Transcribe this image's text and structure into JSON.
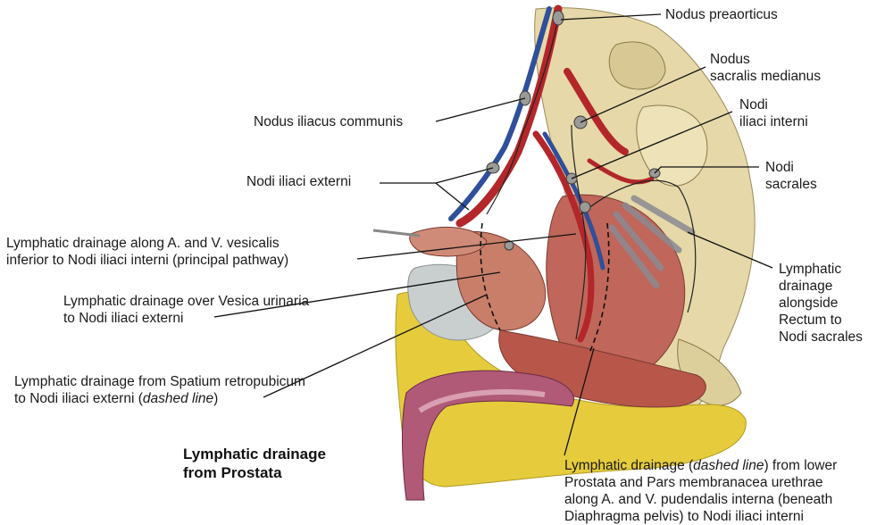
{
  "caption": {
    "line1": "Lymphatic drainage",
    "line2": "from Prostata"
  },
  "labels": {
    "nodus_preaorticus": "Nodus preaorticus",
    "nodus_sacralis_medianus_1": "Nodus",
    "nodus_sacralis_medianus_2": "sacralis medianus",
    "nodi_iliaci_interni_1": "Nodi",
    "nodi_iliaci_interni_2": "iliaci interni",
    "nodus_iliacus_communis": "Nodus iliacus communis",
    "nodi_iliaci_externi": "Nodi iliaci externi",
    "nodi_sacrales_1": "Nodi",
    "nodi_sacrales_2": "sacrales",
    "vesicalis_1": "Lymphatic drainage along A. and V. vesicalis",
    "vesicalis_2": "inferior to Nodi iliaci interni (principal pathway)",
    "rectum_1": "Lymphatic",
    "rectum_2": "drainage",
    "rectum_3": "alongside",
    "rectum_4": "Rectum to",
    "rectum_5": "Nodi sacrales",
    "vesica_1": "Lymphatic drainage over Vesica urinaria",
    "vesica_2": "to Nodi iliaci externi",
    "retropubicum_1": "Lymphatic drainage from Spatium retropubicum",
    "retropubicum_2a": "to Nodi iliaci externi (",
    "retropubicum_2b": "dashed line",
    "retropubicum_2c": ")",
    "pudendalis_1a": "Lymphatic drainage (",
    "pudendalis_1b": "dashed line",
    "pudendalis_1c": ") from lower",
    "pudendalis_2": "Prostata and Pars membranacea urethrae",
    "pudendalis_3": "along A. and V. pudendalis interna (beneath",
    "pudendalis_4": "Diaphragma pelvis) to Nodi iliaci interni"
  },
  "colors": {
    "artery": "#b3262a",
    "vein": "#2f4f9a",
    "muscle": "#c0665a",
    "bone": "#e8dcae",
    "fat": "#e6cc3c",
    "bladder": "#c9cfcf",
    "lymph_node": "#9a9a96"
  }
}
